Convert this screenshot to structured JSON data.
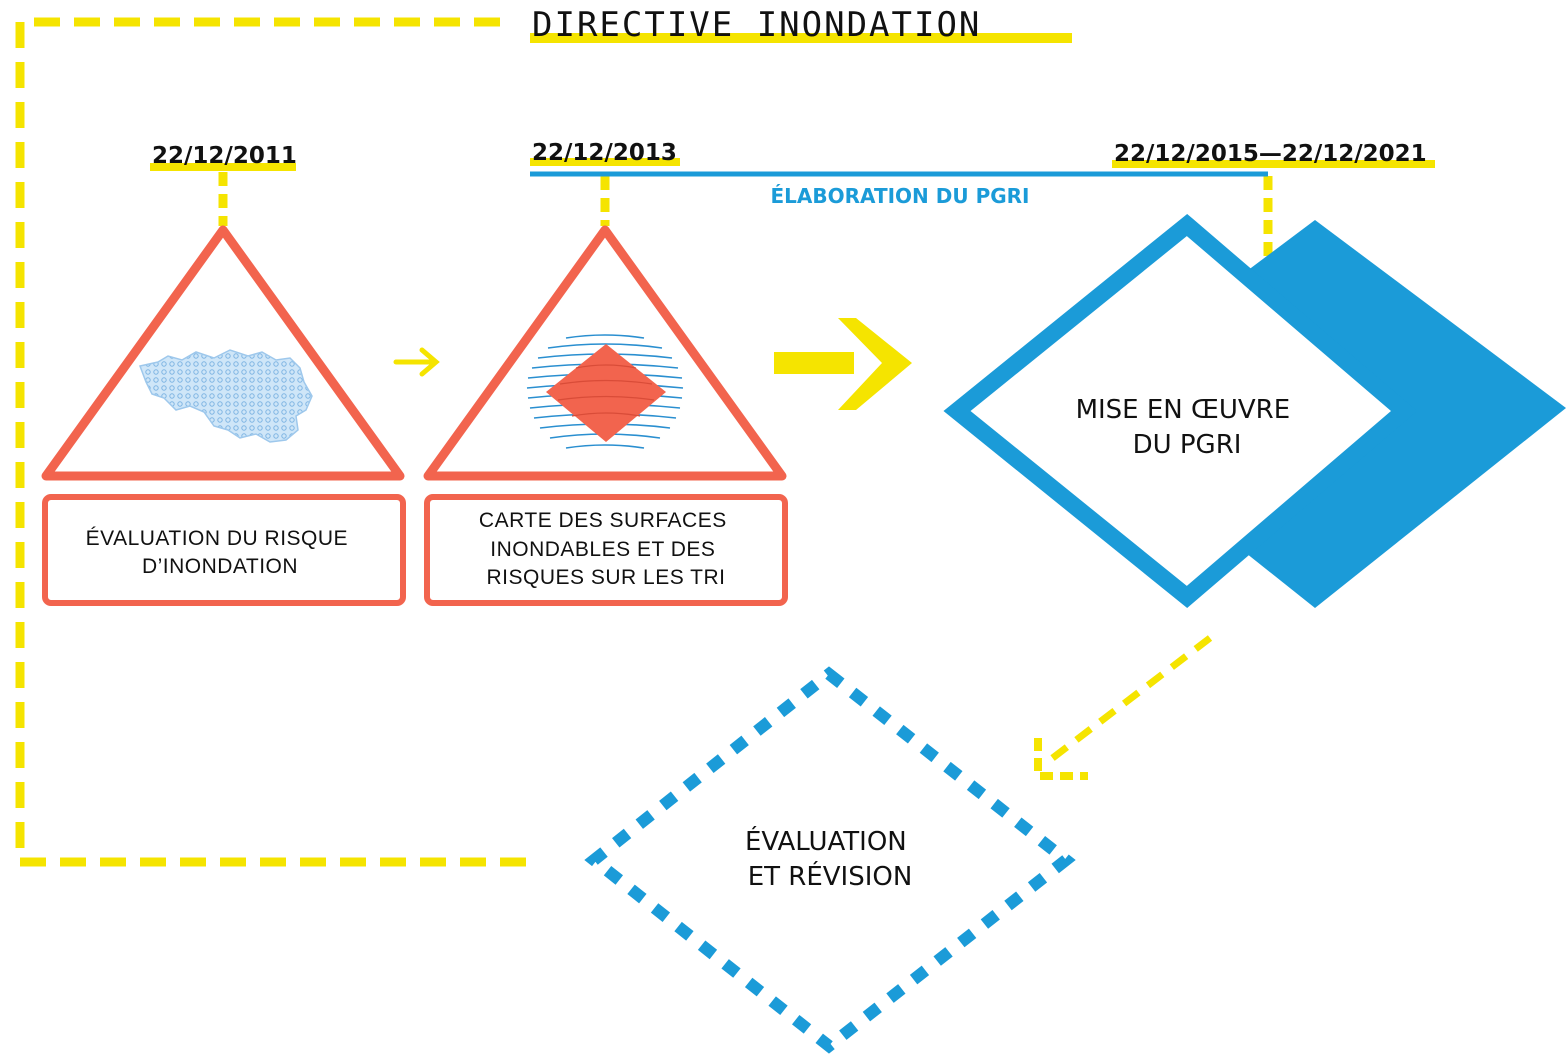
{
  "title": "DIRECTIVE INONDATION",
  "dates": {
    "d1": "22/12/2011",
    "d2": "22/12/2013",
    "d3": "22/12/2015—22/12/2021"
  },
  "phase_label": "ÉLABORATION DU PGRI",
  "step1": {
    "lines": [
      "ÉVALUATION DU RISQUE",
      "D’INONDATION"
    ]
  },
  "step2": {
    "lines": [
      "CARTE DES SURFACES",
      "INONDABLES ET DES",
      "RISQUES SUR LES TRI"
    ]
  },
  "step3": {
    "lines": [
      "MISE EN ŒUVRE",
      "DU PGRI"
    ]
  },
  "step4": {
    "lines": [
      "ÉVALUATION",
      "ET RÉVISION"
    ]
  },
  "colors": {
    "yellow": "#f5e400",
    "coral": "#f2644e",
    "blue": "#1b9bd8",
    "map_blue": "#a9d0ef"
  }
}
